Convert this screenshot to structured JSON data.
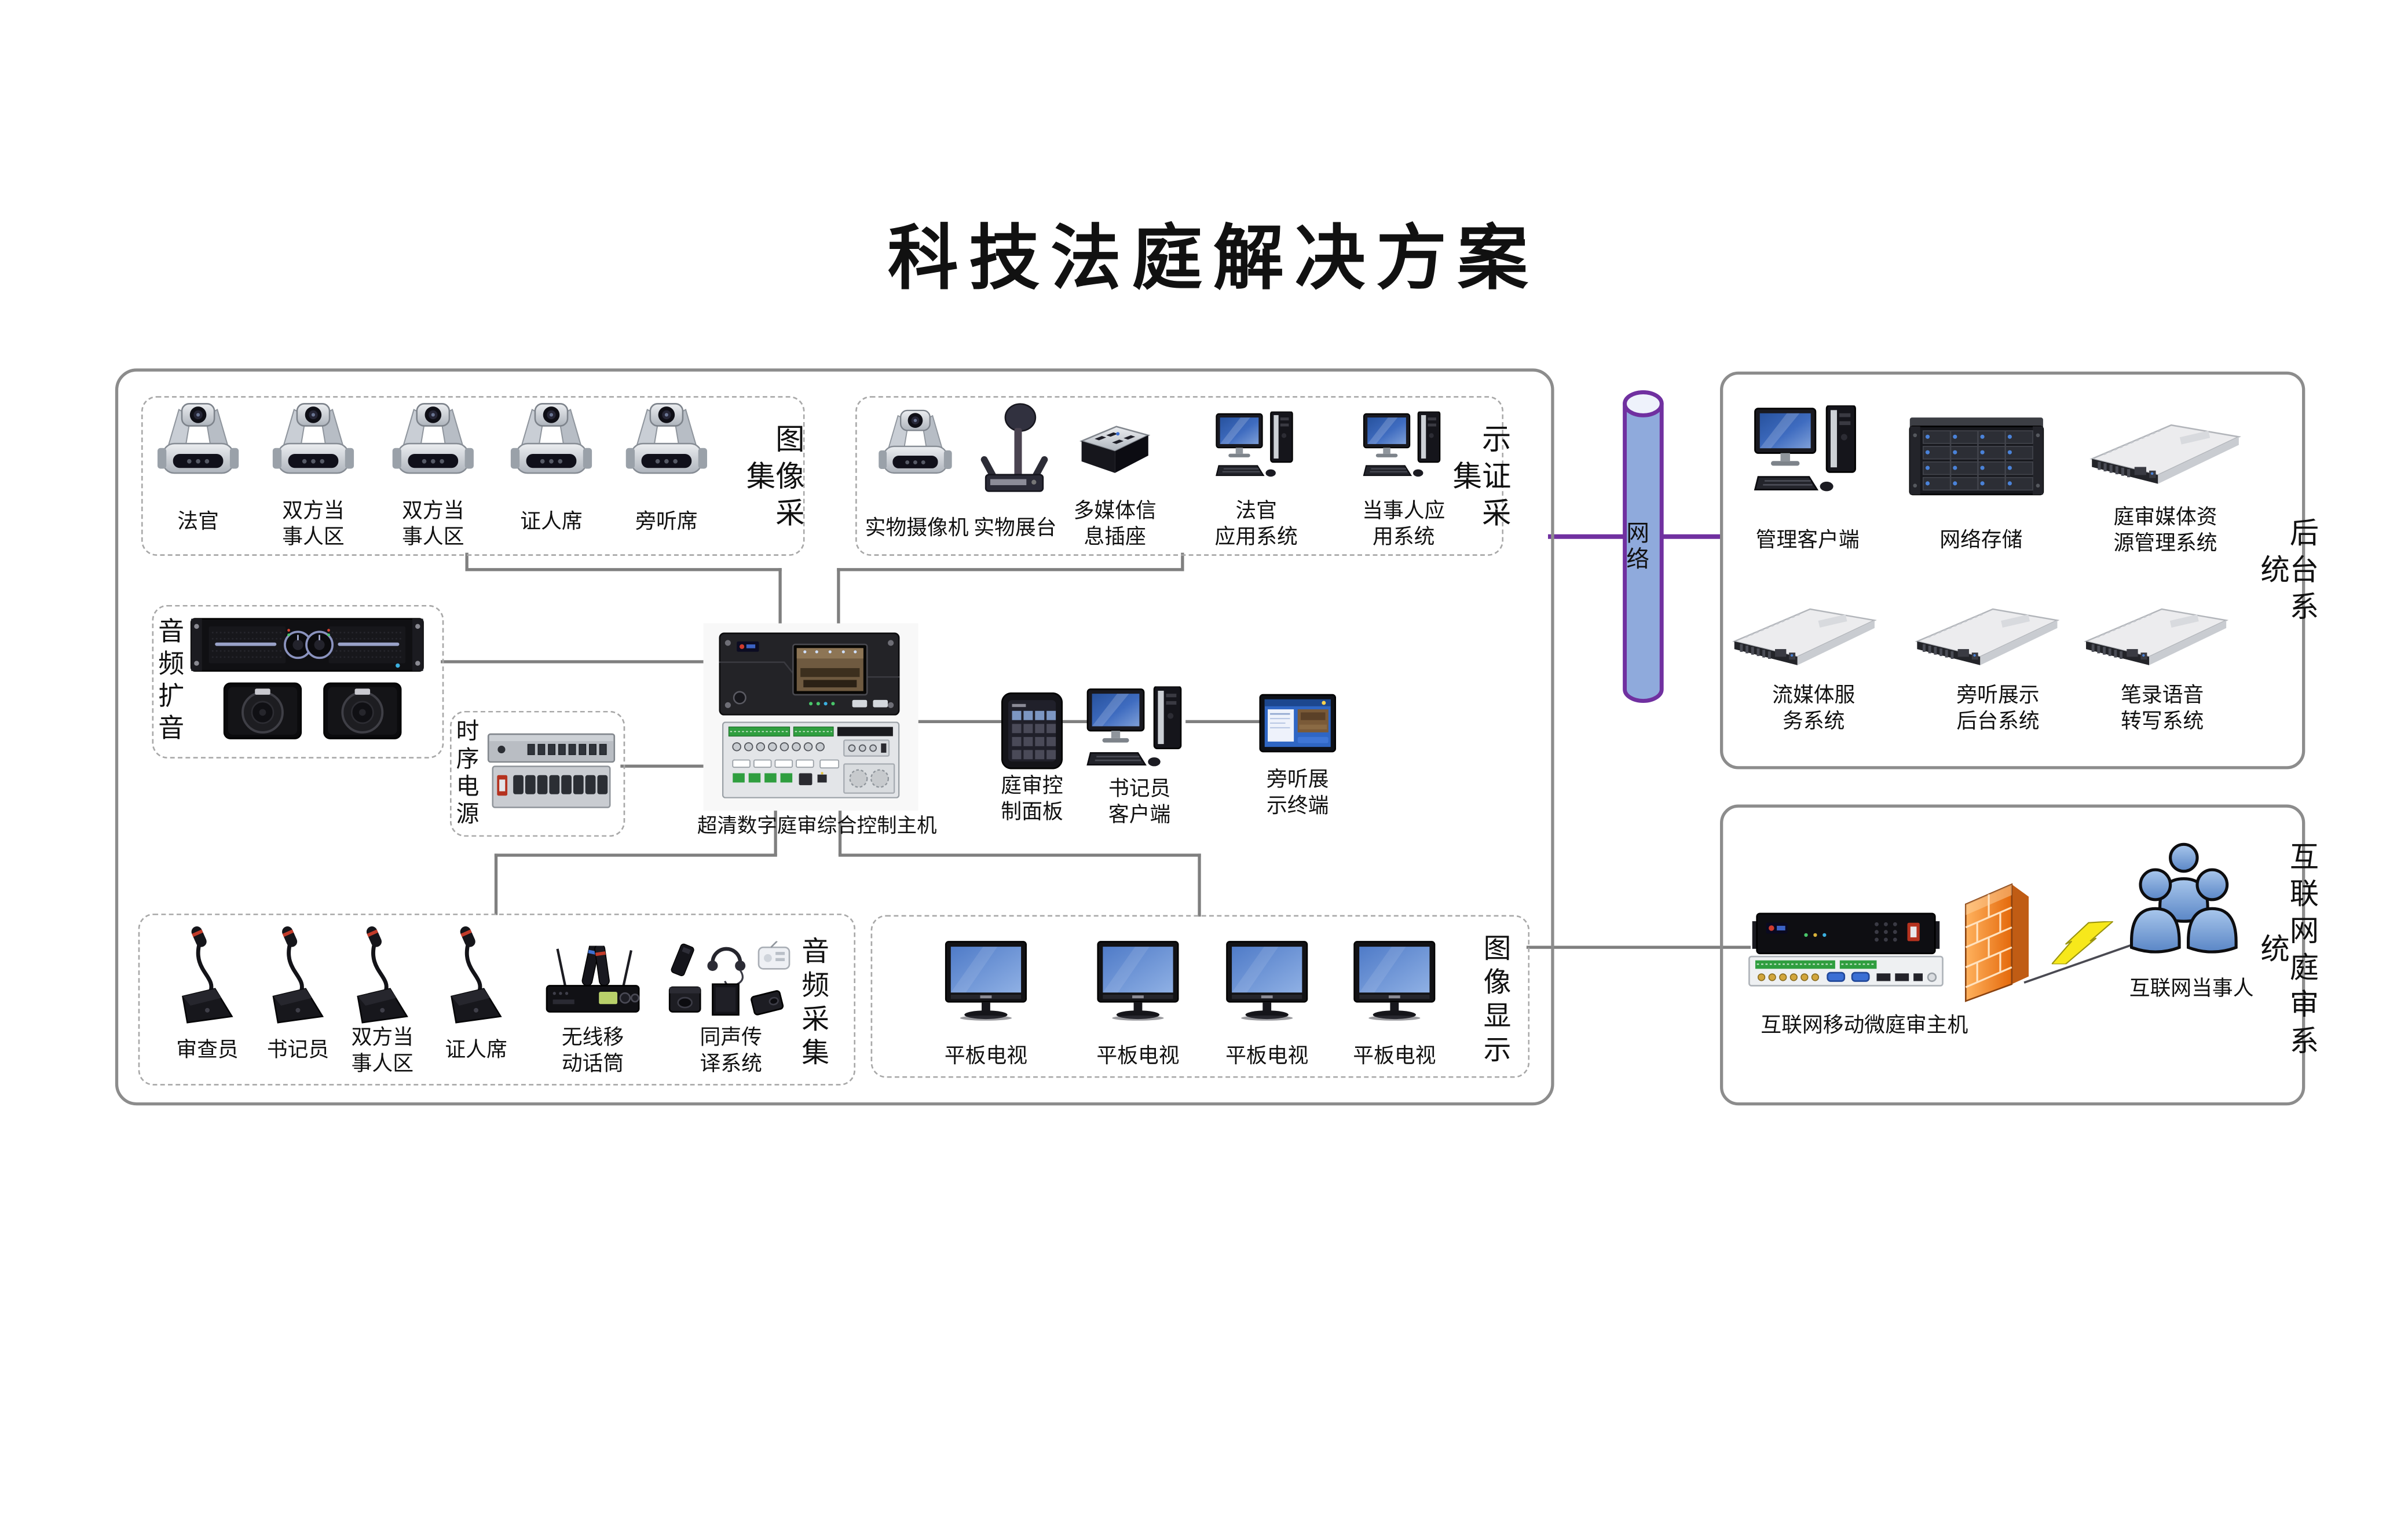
{
  "title": "科技法庭解决方案",
  "colors": {
    "connector_line": "#7F7F7F",
    "network_purple": "#7030A0",
    "cylinder_fill": "#8FAADC",
    "firewall_orange": "#E8741A",
    "screen_blue": "#4472C4"
  },
  "courtroom": {
    "image_capture": {
      "group_label": "图像采集",
      "items": [
        "法官",
        "双方当\n事人区",
        "双方当\n事人区",
        "证人席",
        "旁听席"
      ]
    },
    "evidence_capture": {
      "group_label": "示证采集",
      "items": [
        "实物摄像机",
        "实物展台",
        "多媒体信\n息插座",
        "法官\n应用系统",
        "当事人应\n用系统"
      ]
    },
    "audio_amplify": {
      "group_label": "音频扩音"
    },
    "power_sequencer": {
      "group_label": "时序电源"
    },
    "host_label": "超清数字庭审综合控制主机",
    "control_panel": "庭审控\n制面板",
    "clerk_client": "书记员\n客户端",
    "audience_terminal": "旁听展\n示终端",
    "audio_capture": {
      "group_label": "音频采集",
      "items": [
        "审查员",
        "书记员",
        "双方当\n事人区",
        "证人席",
        "无线移\n动话筒",
        "同声传\n译系统"
      ]
    },
    "image_display": {
      "group_label": "图像显示",
      "items": [
        "平板电视",
        "平板电视",
        "平板电视",
        "平板电视"
      ]
    }
  },
  "network_label": "网络",
  "backend": {
    "group_label": "后台系统",
    "items": [
      "管理客户端",
      "网络存储",
      "庭审媒体资\n源管理系统",
      "流媒体服\n务系统",
      "旁听展示\n后台系统",
      "笔录语音\n转写系统"
    ]
  },
  "internet": {
    "group_label": "互联网庭审系统",
    "host": "互联网移动微庭审主机",
    "party": "互联网当事人"
  }
}
